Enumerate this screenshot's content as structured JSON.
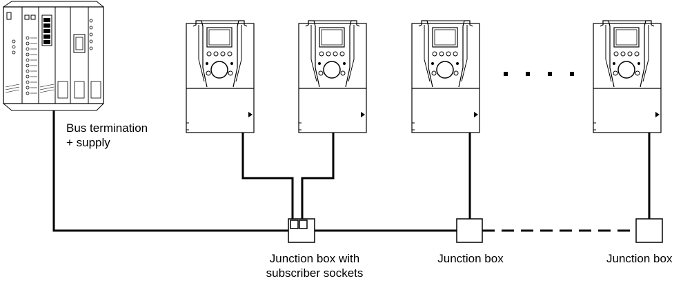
{
  "labels": {
    "bus_termination_line1": "Bus termination",
    "bus_termination_line2": "+ supply",
    "junction_box_sockets_line1": "Junction box with",
    "junction_box_sockets_line2": "subscriber sockets",
    "junction_box_2": "Junction box",
    "junction_box_3": "Junction box"
  },
  "icons": {
    "plc": "plc-controller-icon",
    "drive": "variable-speed-drive-icon",
    "junction_box": "junction-box-icon",
    "junction_box_sockets": "junction-box-with-sockets-icon",
    "continuation": "ellipsis-dots-icon"
  },
  "colors": {
    "line": "#000000",
    "background": "#ffffff"
  }
}
